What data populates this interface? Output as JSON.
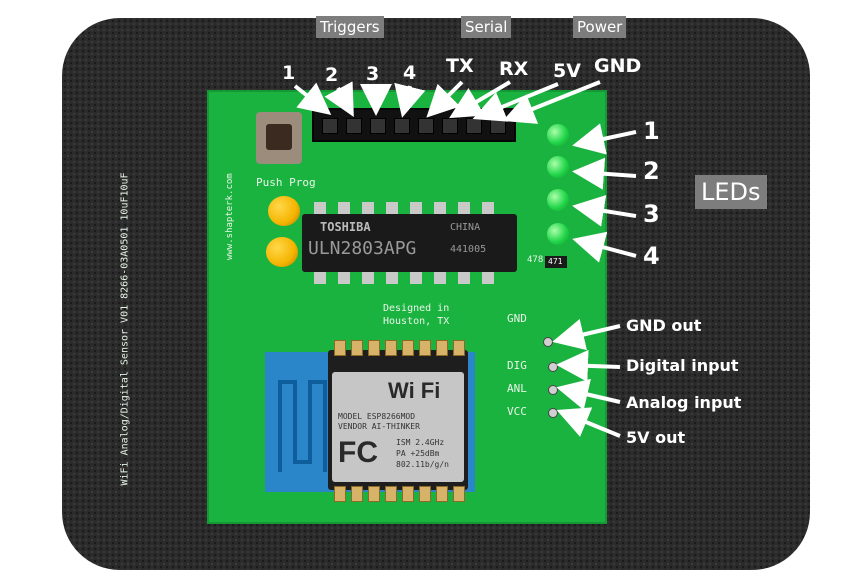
{
  "sections": {
    "triggers": "Triggers",
    "serial": "Serial",
    "power": "Power",
    "leds": "LEDs"
  },
  "header_labels": [
    "1",
    "2",
    "3",
    "4",
    "TX",
    "RX",
    "5V",
    "GND"
  ],
  "led_labels": [
    "1",
    "2",
    "3",
    "4"
  ],
  "sensor_labels": [
    "GND out",
    "Digital input",
    "Analog input",
    "5V out"
  ],
  "board": {
    "silk_gnd": "GND",
    "silk_dig": "DIG",
    "silk_anl": "ANL",
    "silk_vcc": "VCC",
    "push_prog": "Push Prog",
    "designed_line1": "Designed in",
    "designed_line2": "Houston, TX",
    "chip_brand": "TOSHIBA",
    "chip_part": "ULN2803APG",
    "chip_origin": "CHINA",
    "chip_code": "441005",
    "side_text": "WiFi Analog/Digital Sensor V01  8266-03A0501 10uF10uF",
    "url_text": "www.shapterk.com",
    "resistor": "471",
    "resistor2": "478",
    "wifi_logo": "Wi Fi",
    "fc_logo": "FC",
    "esp_model_line": "MODEL   ESP8266MOD",
    "esp_vendor_line": "VENDOR  AI-THINKER",
    "esp_ism_line": "ISM 2.4GHz",
    "esp_pa_line": "PA +25dBm",
    "esp_std_line": "802.11b/g/n"
  },
  "colors": {
    "pcb": "#1bb340",
    "label_bg": "#7d7d7d",
    "label_text": "#ffffff"
  }
}
